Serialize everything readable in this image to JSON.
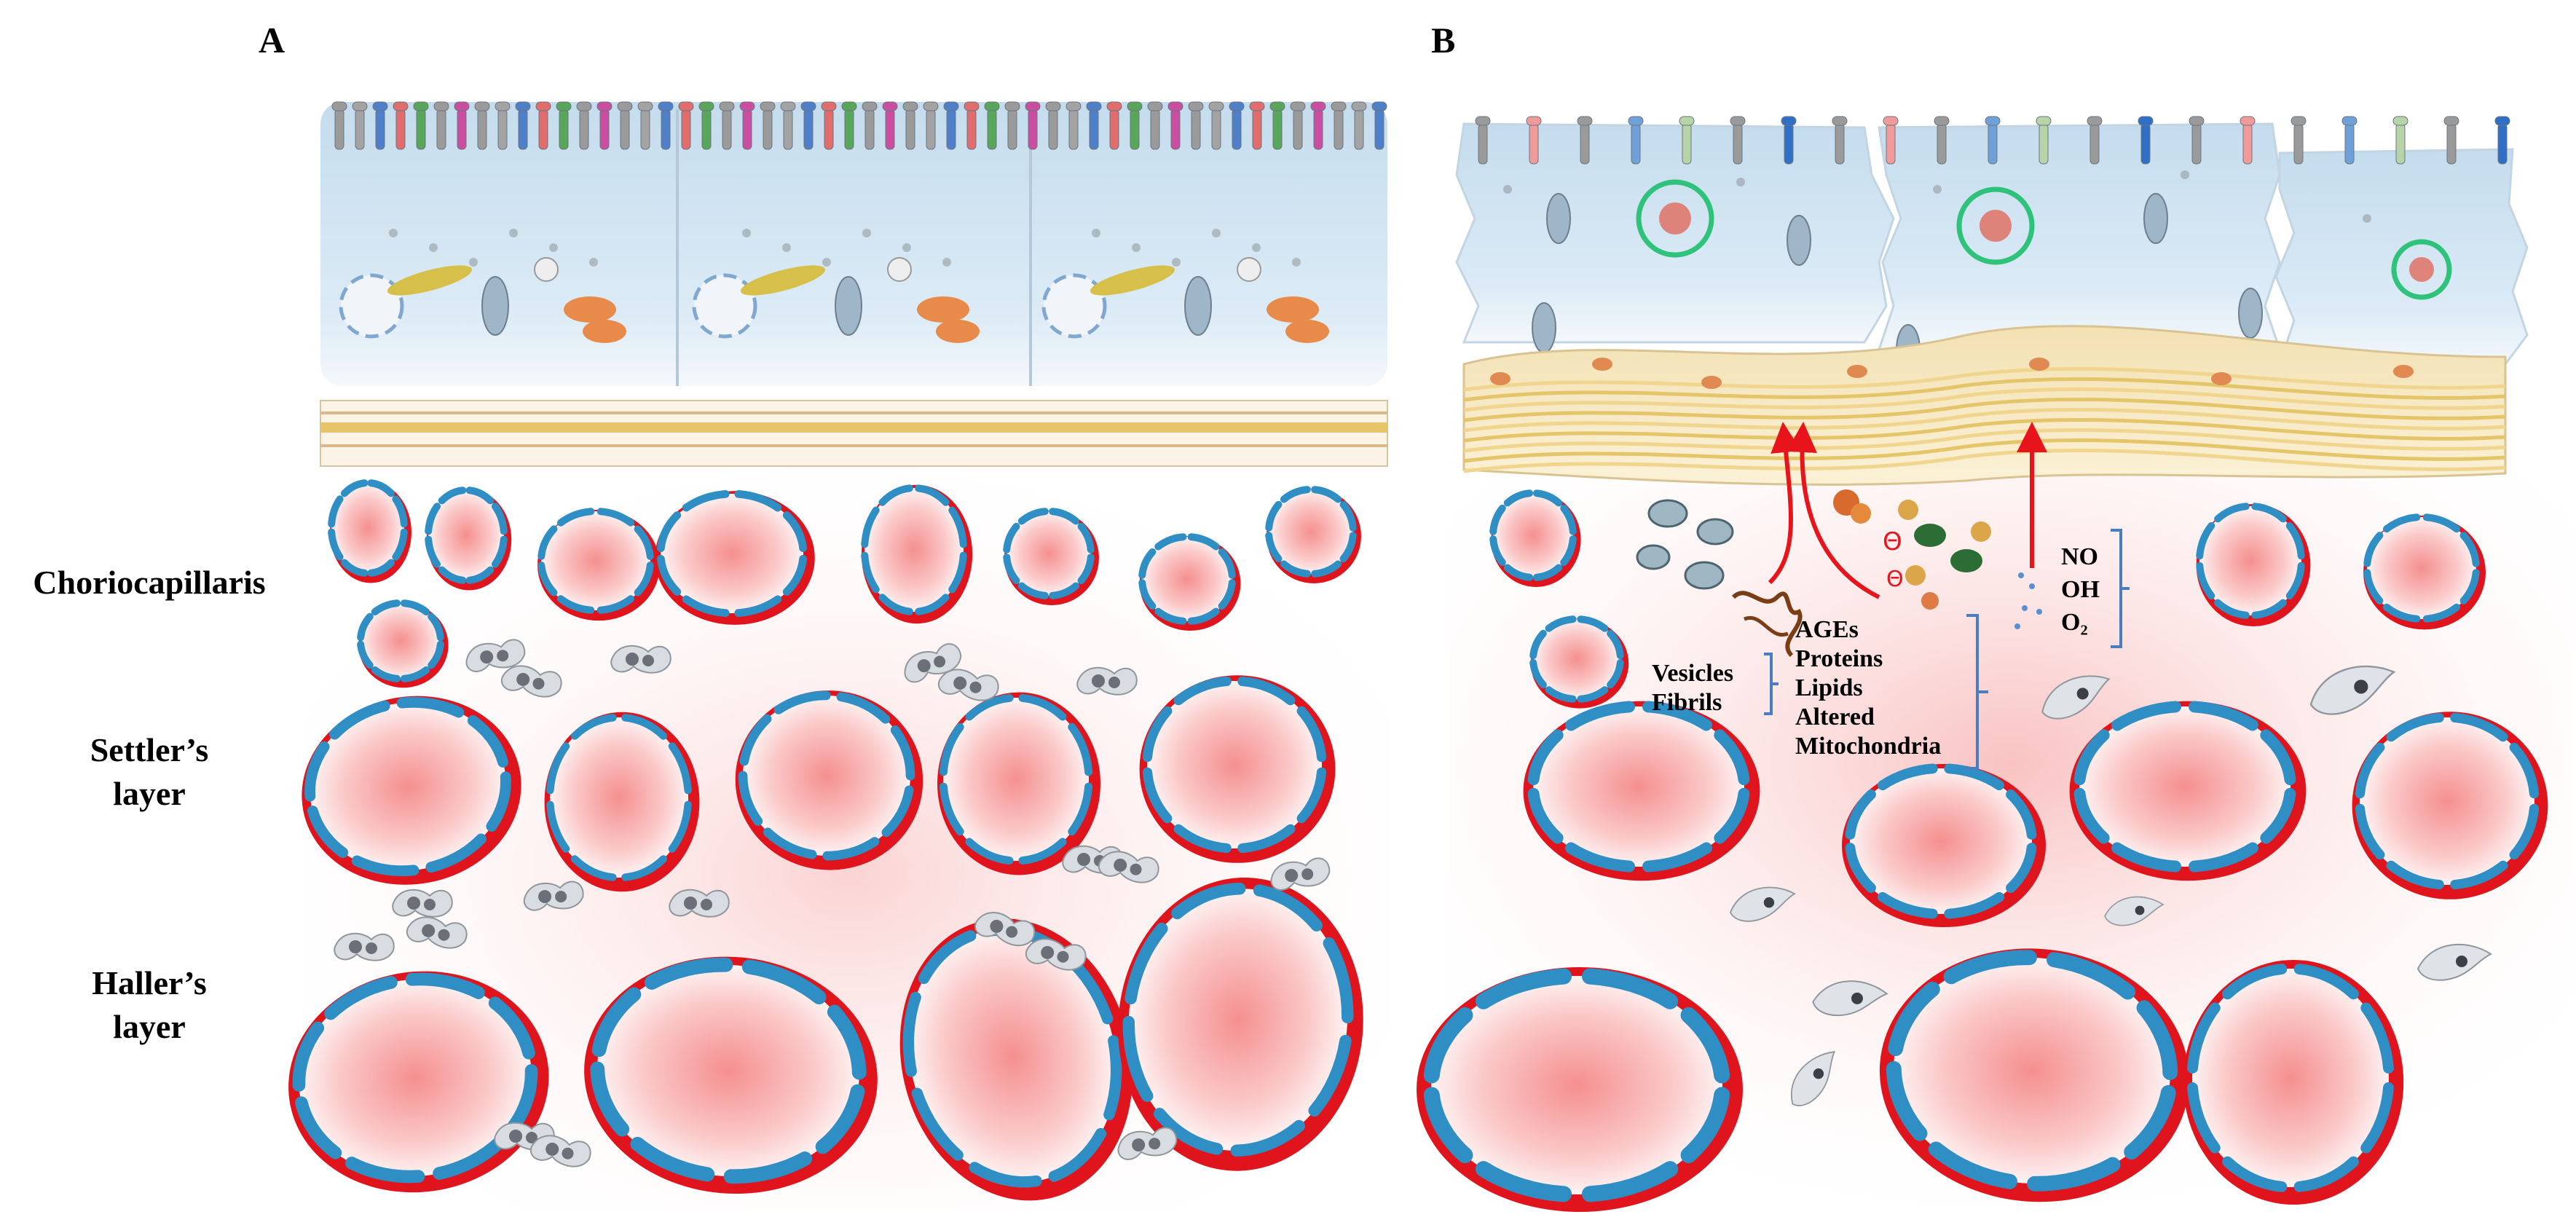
{
  "panel_a": {
    "label": "A",
    "layers": {
      "choriocapillaris": "Choriocapillaris",
      "sattler_line1": "Settler’s",
      "sattler_line2": "layer",
      "haller_line1": "Haller’s",
      "haller_line2": "layer"
    }
  },
  "panel_b": {
    "label": "B",
    "vesicle_labels": [
      "Vesicles",
      "Fibrils"
    ],
    "deposit_labels": [
      "AGEs",
      "Proteins",
      "Lipids",
      "Altered",
      "Mitochondria"
    ],
    "ros_labels": [
      "NO",
      "OH",
      "O₂"
    ]
  },
  "colors": {
    "vessel_wall": "#e0141c",
    "endothelium": "#2f8fc4",
    "lumen": "#f7a1a1",
    "rpe_cytoplasm": "#d3e6f3",
    "bruch_membrane": "#e9c86a",
    "stroma_glow": "#fde4e4",
    "arrow": "#e8141c",
    "bracket": "#4a7cc0",
    "mitochondria": "#e88a4a",
    "melanocyte": "#6b7078",
    "inclusion_ring": "#2fc27a"
  }
}
